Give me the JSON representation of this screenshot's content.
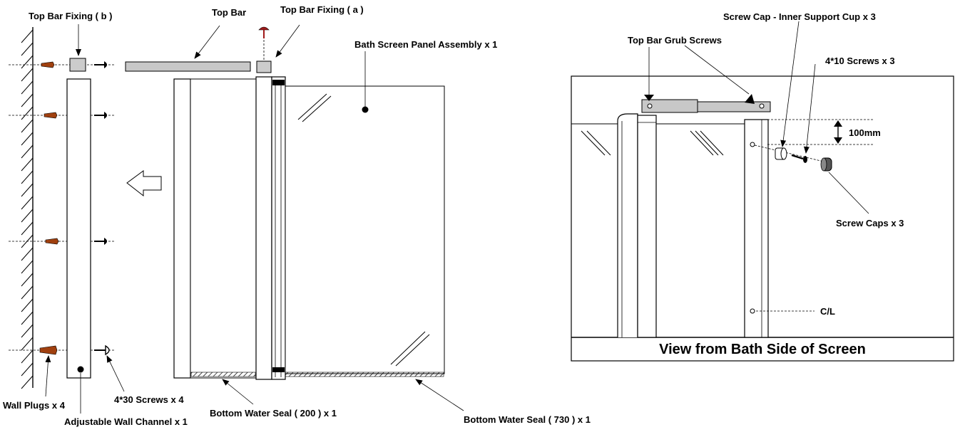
{
  "labels": {
    "top_bar_fixing_b": "Top Bar Fixing ( b )",
    "top_bar": "Top Bar",
    "top_bar_fixing_a": "Top Bar Fixing ( a )",
    "bath_screen_panel": "Bath Screen Panel Assembly x 1",
    "wall_plugs": "Wall Plugs x 4",
    "screws_4x30": "4*30 Screws x 4",
    "adjustable_wall_channel": "Adjustable Wall Channel x 1",
    "bottom_seal_200": "Bottom Water Seal ( 200 )  x 1",
    "bottom_seal_730": "Bottom Water Seal ( 730 )  x 1",
    "top_bar_grub_screws": "Top Bar Grub Screws",
    "screw_cap_inner": "Screw Cap - Inner  Support Cup x 3",
    "screws_4x10": "4*10 Screws x 3",
    "dim_100mm": "100mm",
    "screw_caps": "Screw Caps x 3",
    "centre_line": "C/L",
    "view_caption": "View from Bath Side of Screen"
  },
  "colors": {
    "wall_plug": "#a0400f",
    "top_bar_fill": "#c8c8c8",
    "screw_cap": "#555555"
  },
  "icons": [
    "arrow-left-outline-icon",
    "screw-icon",
    "wall-plug-icon",
    "screw-cap-icon"
  ]
}
